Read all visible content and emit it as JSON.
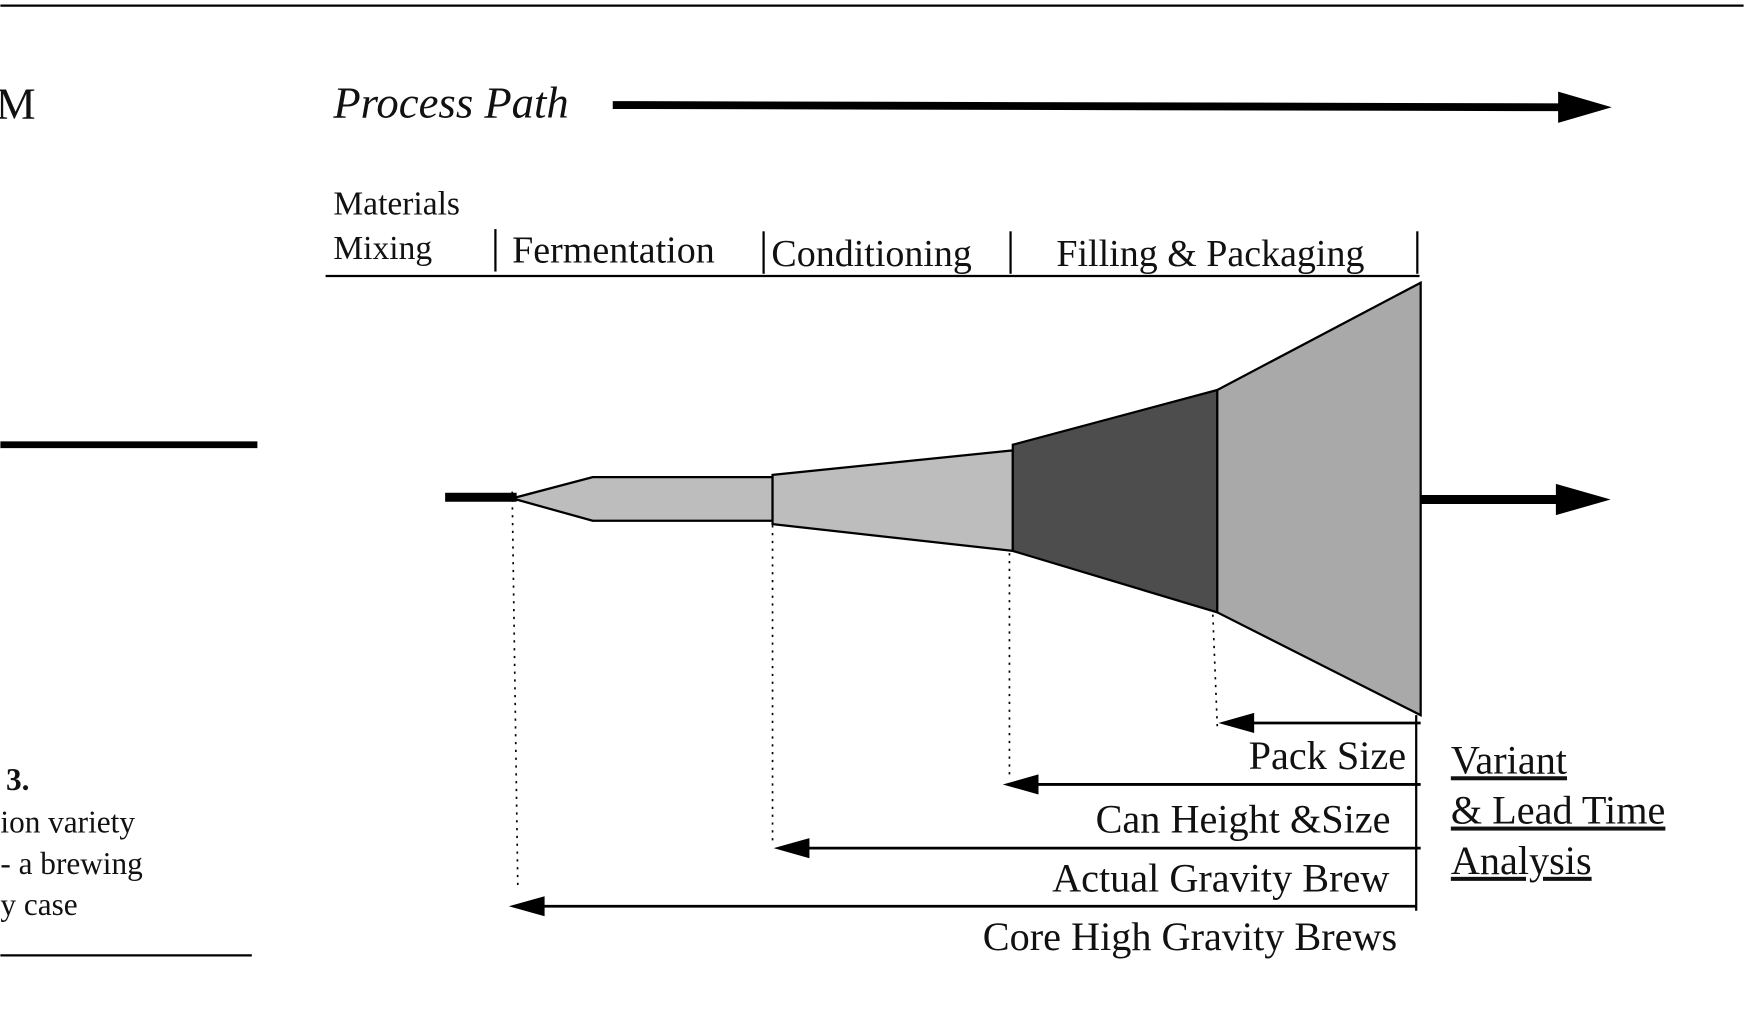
{
  "page": {
    "heading_fragment": "M",
    "caption": {
      "figure_number": "3.",
      "lines": [
        "ion variety",
        "- a brewing",
        "y case"
      ]
    }
  },
  "diagram": {
    "title": "Process Path",
    "stages": {
      "materials_line1": "Materials",
      "materials_line2": "Mixing",
      "fermentation": "Fermentation",
      "conditioning": "Conditioning",
      "filling": "Filling & Packaging"
    },
    "variant_labels": [
      "Pack Size",
      "Can Height &Size",
      "Actual Gravity Brew",
      "Core High Gravity Brews"
    ],
    "analysis_label": [
      "Variant",
      "& Lead Time",
      "Analysis"
    ],
    "colors": {
      "light_gray": "#bdbdbd",
      "dark_gray": "#4d4d4d",
      "mid_gray": "#a9a9a9"
    }
  }
}
